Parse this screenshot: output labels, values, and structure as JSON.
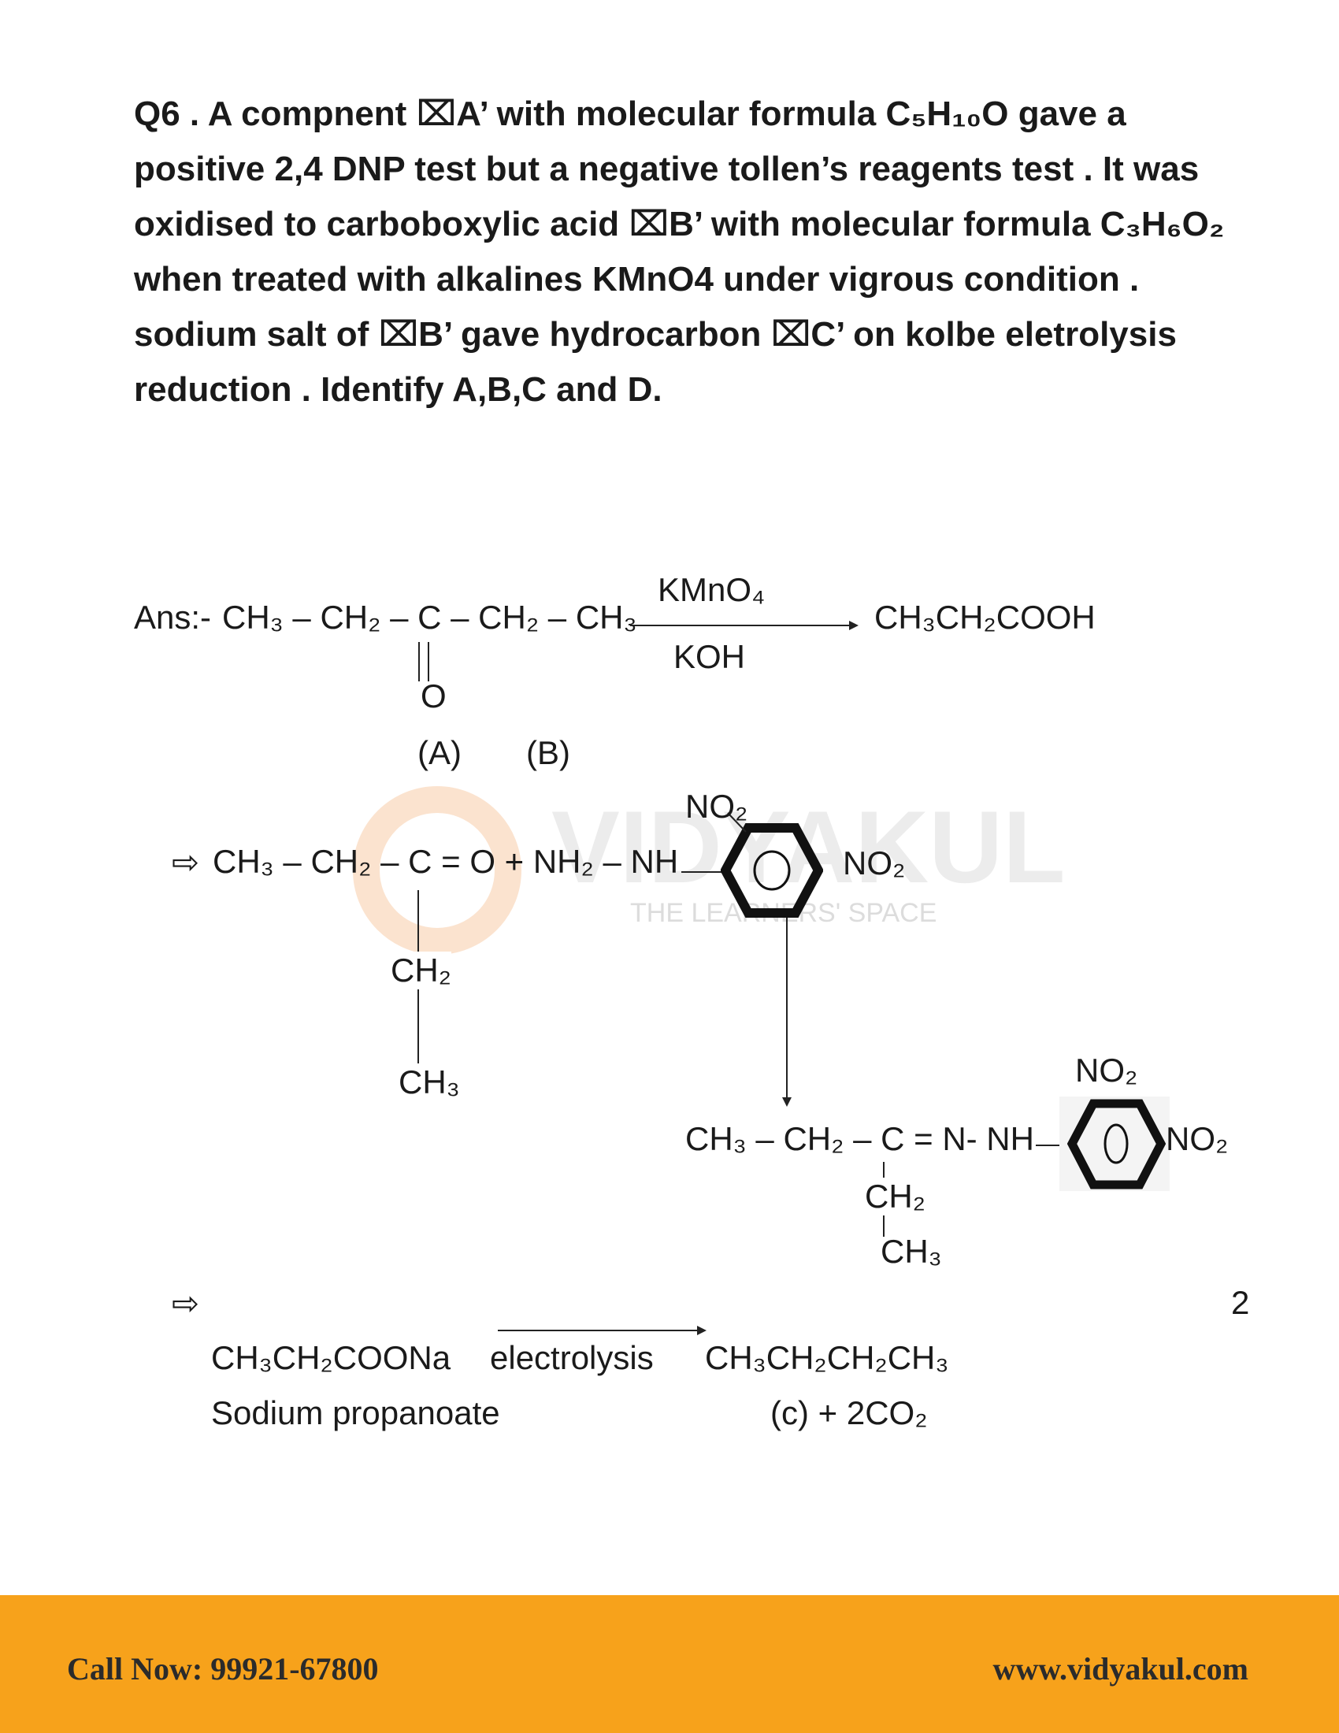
{
  "question": {
    "line1": "Q6 .   A compnent ⌧A’ with molecular formula C₅H₁₀O gave a",
    "line2": "positive 2,4 DNP test but  a negative tollen’s reagents test . It was",
    "line3": "oxidised to carboboxylic  acid ⌧B’ with molecular formula C₃H₆O₂",
    "line4": "when treated with alkalines KMnO4 under vigrous condition .",
    "line5": "sodium salt of ⌧B’ gave hydrocarbon ⌧C’ on kolbe eletrolysis",
    "line6": "reduction . Identify A,B,C and D."
  },
  "answer": {
    "ans_prefix": "Ans:-",
    "reactant_chain": "CH₃ – CH₂ – C – CH₂ – CH₃",
    "carbonyl_o": "O",
    "reagent_top": "KMnO₄",
    "reagent_bottom": "KOH",
    "product_acid": "CH₃CH₂COOH",
    "label_a": "(A)",
    "label_b": "(B)"
  },
  "dnp_reaction": {
    "arrow_symbol": "⇨",
    "left_chain": "CH₃ – CH₂ – C = O + NH₂ – NH",
    "branch_ch2": "CH₂",
    "branch_ch3": "CH₃",
    "nitro_top": "NO₂",
    "nitro_right": "NO₂",
    "product_chain": "CH₃ – CH₂ – C = N- NH",
    "product_ch2": "CH₂",
    "product_ch3": "CH₃",
    "product_nitro_top": "NO₂",
    "product_nitro_right": "NO₂"
  },
  "page_number": "2",
  "kolbe": {
    "arrow_symbol": "⇨",
    "reactant": "CH₃CH₂COONa",
    "reactant_name": "Sodium propanoate",
    "condition": "electrolysis",
    "product": "CH₃CH₂CH₂CH₃",
    "product_label": "(c)  +    2CO₂"
  },
  "watermark": {
    "brand": "VIDYAKUL",
    "tagline": "THE LEARNERS' SPACE"
  },
  "footer": {
    "call": "Call Now: 99921-67800",
    "website": "www.vidyakul.com",
    "color": "#f7a21b"
  }
}
